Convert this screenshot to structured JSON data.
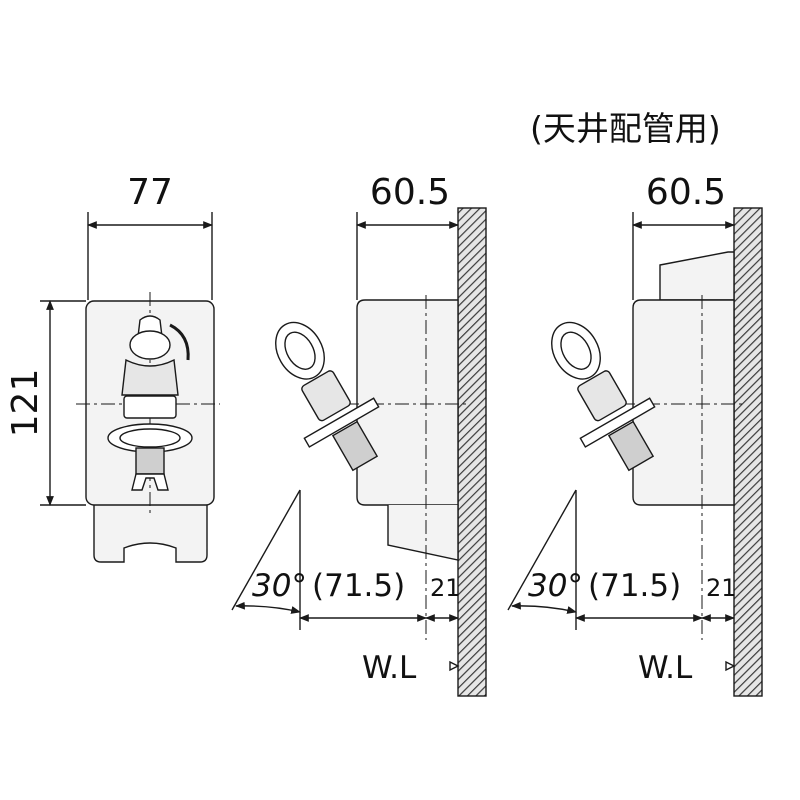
{
  "note": "(天井配管用)",
  "front_view": {
    "width_label": "77",
    "height_label": "121"
  },
  "side_view_standard": {
    "depth_label": "60.5",
    "angle_label": "30°",
    "offset_label": "(71.5)",
    "wall_label": "21",
    "water_level_label": "W.L"
  },
  "side_view_ceiling": {
    "depth_label": "60.5",
    "angle_label": "30°",
    "offset_label": "(71.5)",
    "wall_label": "21",
    "water_level_label": "W.L"
  },
  "colors": {
    "line": "#1a1a1a",
    "body_fill": "#f3f3f3",
    "wall_hatch": "#444444"
  }
}
